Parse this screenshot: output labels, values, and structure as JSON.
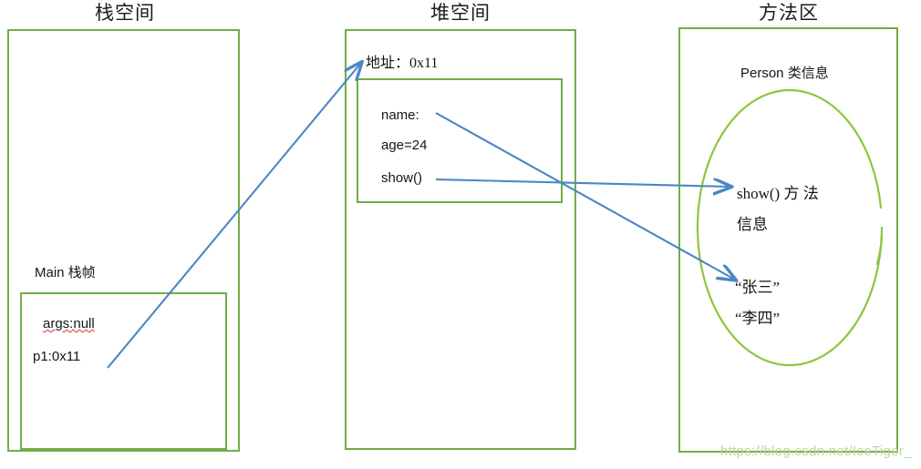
{
  "diagram": {
    "title_stack": "栈空间",
    "title_heap": "堆空间",
    "title_method": "方法区",
    "accent_green": "#70ad47",
    "accent_light_green": "#8cc63f",
    "arrow_blue": "#4a87c4",
    "text_color": "#151515"
  },
  "stack": {
    "frame_label": "Main 栈帧",
    "entries": [
      {
        "text": "args:null"
      },
      {
        "text": "p1:0x11"
      }
    ]
  },
  "heap": {
    "address_label": "地址：0x11",
    "object_fields": [
      {
        "text": "name:"
      },
      {
        "text": "age=24"
      },
      {
        "text": "show()"
      }
    ]
  },
  "method_area": {
    "class_label": "Person 类信息",
    "method_info_line1": "show() 方 法",
    "method_info_line2": "信息",
    "string_pool": [
      {
        "text": "“张三”"
      },
      {
        "text": "“李四”"
      }
    ]
  },
  "watermark": {
    "text": "https://blog.csdn.net/IceTiger_"
  }
}
